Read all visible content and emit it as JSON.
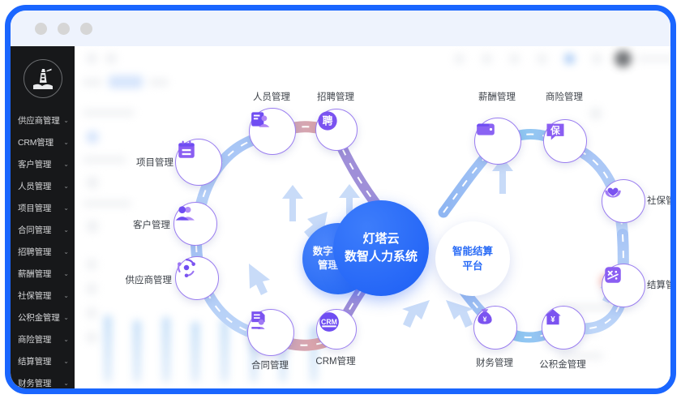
{
  "window": {
    "dots": [
      "close-dot",
      "minimize-dot",
      "maximize-dot"
    ]
  },
  "sidebar": {
    "logo_name": "lighthouse-logo",
    "items": [
      {
        "label": "供应商管理",
        "chevron": "⌄"
      },
      {
        "label": "CRM管理",
        "chevron": "⌄"
      },
      {
        "label": "客户管理",
        "chevron": "⌄"
      },
      {
        "label": "人员管理",
        "chevron": "⌄"
      },
      {
        "label": "项目管理",
        "chevron": "⌄"
      },
      {
        "label": "合同管理",
        "chevron": "⌄"
      },
      {
        "label": "招聘管理",
        "chevron": "⌄"
      },
      {
        "label": "薪酬管理",
        "chevron": "⌄"
      },
      {
        "label": "社保管理",
        "chevron": "⌄"
      },
      {
        "label": "公积金管理",
        "chevron": "⌄"
      },
      {
        "label": "商险管理",
        "chevron": "⌄"
      },
      {
        "label": "结算管理",
        "chevron": "⌄"
      },
      {
        "label": "财务管理",
        "chevron": "⌄"
      }
    ]
  },
  "diagram": {
    "centers": [
      {
        "id": "left-center",
        "lines": [
          "数字化劳务",
          "管理平台"
        ],
        "style": "small"
      },
      {
        "id": "main-center",
        "lines": [
          "灯塔云",
          "数智人力系统"
        ],
        "style": "solid"
      },
      {
        "id": "right-center",
        "lines": [
          "智能结算",
          "平台"
        ],
        "style": "white"
      }
    ],
    "nodes": [
      {
        "id": "node-personnel",
        "label": "人员管理",
        "icon": "id-card-person-icon",
        "glyph": ""
      },
      {
        "id": "node-recruit",
        "label": "招聘管理",
        "icon": "recruit-badge-icon",
        "glyph": "聘"
      },
      {
        "id": "node-salary",
        "label": "薪酬管理",
        "icon": "wallet-icon",
        "glyph": ""
      },
      {
        "id": "node-cominsure",
        "label": "商险管理",
        "icon": "insurance-chat-icon",
        "glyph": "保"
      },
      {
        "id": "node-socialsec",
        "label": "社保管理",
        "icon": "hands-heart-icon",
        "glyph": ""
      },
      {
        "id": "node-settle",
        "label": "结算管理",
        "icon": "calculator-icon",
        "glyph": ""
      },
      {
        "id": "node-fund",
        "label": "公积金管理",
        "icon": "house-yuan-icon",
        "glyph": "¥"
      },
      {
        "id": "node-finance",
        "label": "财务管理",
        "icon": "money-bag-icon",
        "glyph": "¥"
      },
      {
        "id": "node-crm",
        "label": "CRM管理",
        "icon": "crm-icon",
        "glyph": "CRM"
      },
      {
        "id": "node-contract",
        "label": "合同管理",
        "icon": "contract-seal-icon",
        "glyph": ""
      },
      {
        "id": "node-supplier",
        "label": "供应商管理",
        "icon": "supply-network-icon",
        "glyph": ""
      },
      {
        "id": "node-customer",
        "label": "客户管理",
        "icon": "users-icon",
        "glyph": ""
      },
      {
        "id": "node-project",
        "label": "项目管理",
        "icon": "calendar-board-icon",
        "glyph": ""
      }
    ]
  },
  "colors": {
    "frame_border": "#1a66ff",
    "titlebar": "#eef3fd",
    "sidebar_bg": "#17181a",
    "accent_blue": "#2064f2",
    "node_purple": "#7b53f0",
    "path_blue": "#9cbcf4",
    "path_pink": "#dfa3ad",
    "badge_orange": "#ffb0a0"
  }
}
